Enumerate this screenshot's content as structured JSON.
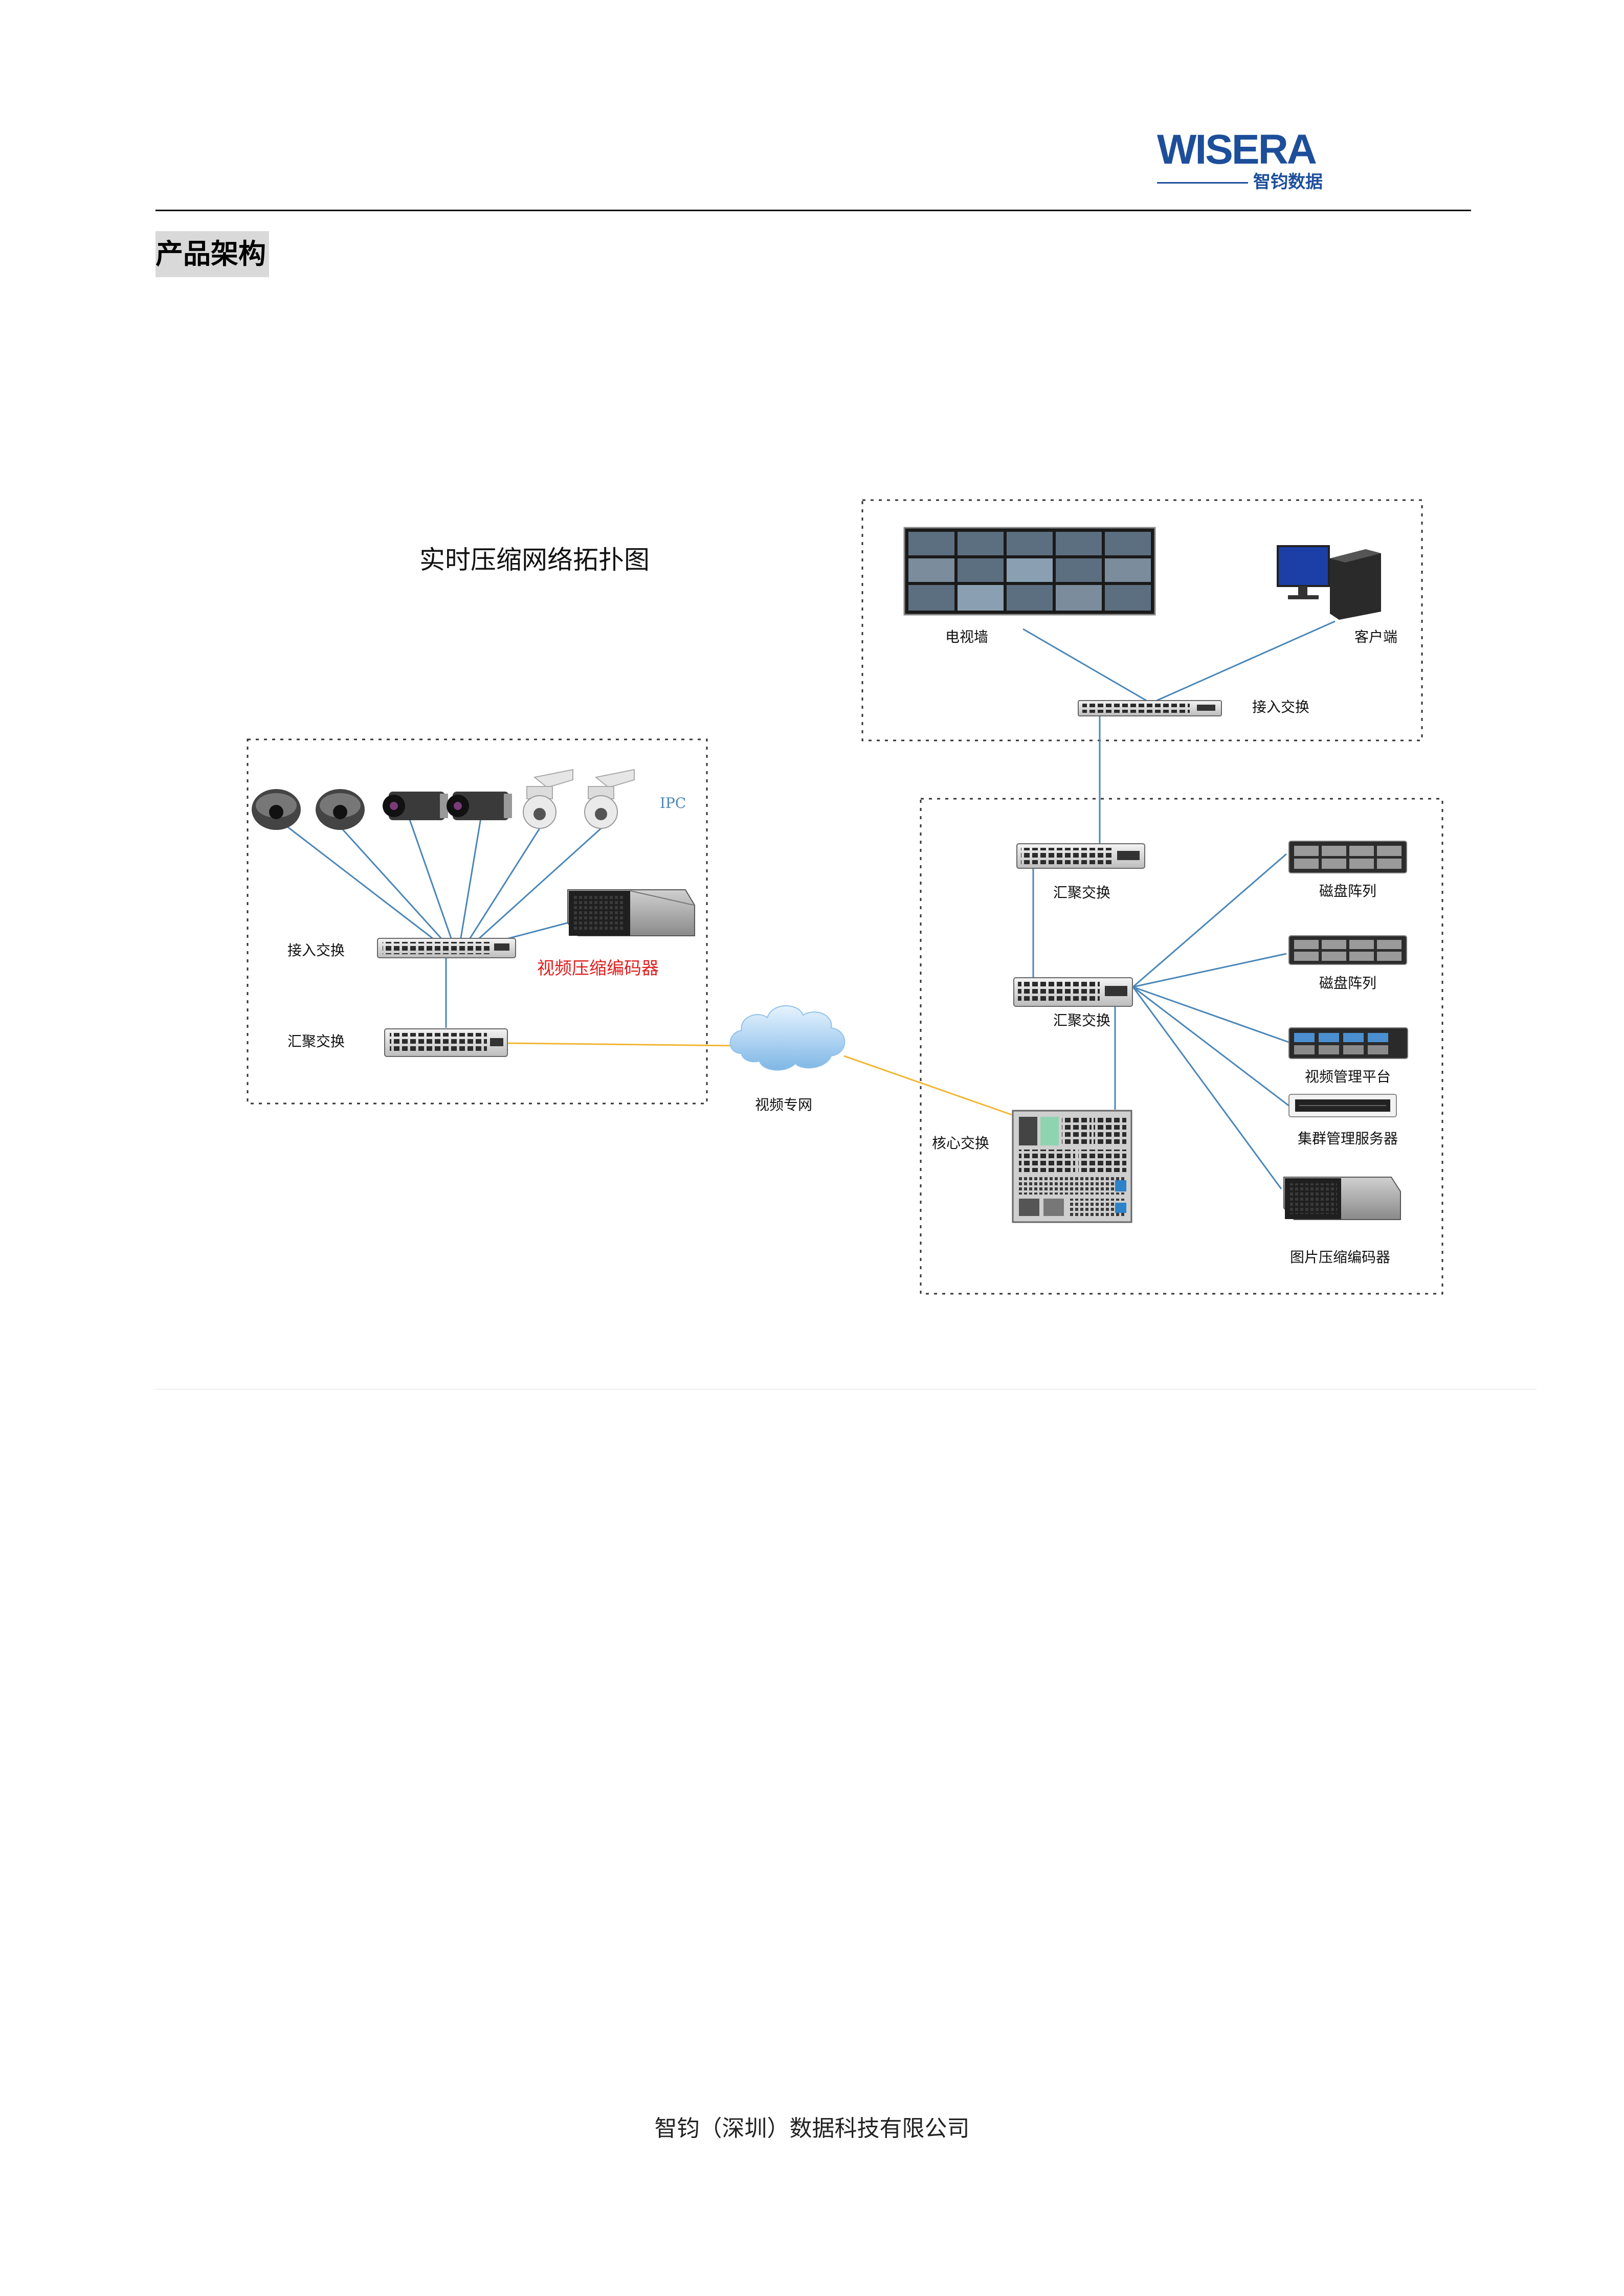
{
  "header": {
    "logo_main": "WISERA",
    "logo_sub": "智钧数据"
  },
  "section": {
    "title": "产品架构"
  },
  "diagram": {
    "title": "实时压缩网络拓扑图",
    "labels": {
      "ipc": "IPC",
      "access_switch_left": "接入交换",
      "aggregation_switch_left": "汇聚交换",
      "video_encoder": "视频压缩编码器",
      "video_network": "视频专网",
      "core_switch": "核心交换",
      "tv_wall": "电视墙",
      "client": "客户端",
      "access_switch_top": "接入交换",
      "aggregation_switch_right_1": "汇聚交换",
      "aggregation_switch_right_2": "汇聚交换",
      "disk_array_1": "磁盘阵列",
      "disk_array_2": "磁盘阵列",
      "video_platform": "视频管理平台",
      "cluster_server": "集群管理服务器",
      "image_encoder": "图片压缩编码器"
    }
  },
  "footer": {
    "company": "智钧（深圳）数据科技有限公司"
  },
  "colors": {
    "brand": "#1d4e9a",
    "link_blue": "#4a86b8",
    "link_yellow": "#f2b632",
    "encoder_red": "#e02020"
  }
}
